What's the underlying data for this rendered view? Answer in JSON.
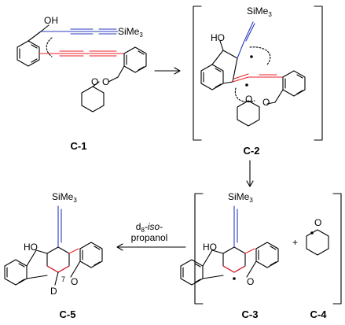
{
  "colors": {
    "ink": "#000000",
    "red_bonds": "#e8202a",
    "blue_bonds": "#2b3bbf"
  },
  "labels": {
    "oh": "OH",
    "ho": "HO",
    "si": "SiMe",
    "si_sub": "3",
    "o": "O",
    "d": "D",
    "seven": "7",
    "plus": "+"
  },
  "compounds": {
    "c1": "C-1",
    "c2": "C-2",
    "c3": "C-3",
    "c4": "C-4",
    "c5": "C-5"
  },
  "reagent": {
    "sub": "8",
    "line1_prefix": "d",
    "line1_iso": "iso",
    "line1_suffix": "-",
    "line2": "propanol"
  }
}
